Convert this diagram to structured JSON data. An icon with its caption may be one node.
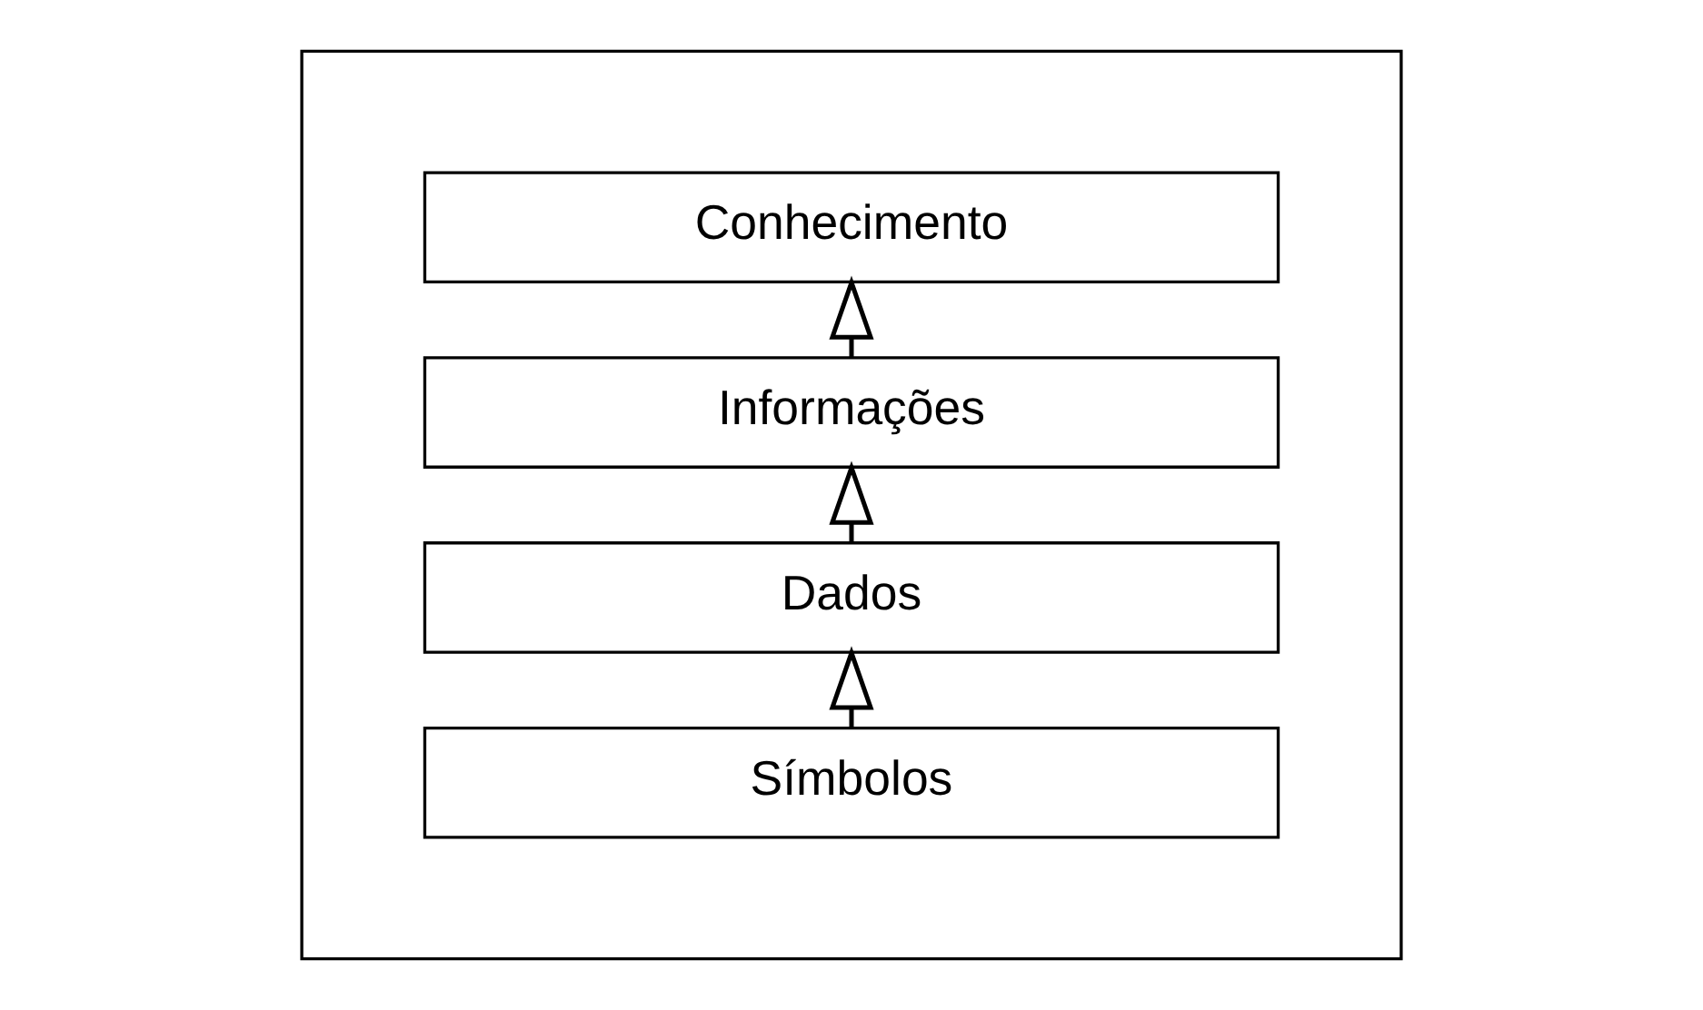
{
  "diagram": {
    "nodes": [
      {
        "text": [],
        "shape": "box"
      },
      {
        "text": [
          "Conhecimento"
        ],
        "in": 0
      },
      {
        "text": [
          "Informações"
        ],
        "in": 0
      },
      {
        "text": [
          "Dados"
        ],
        "in": 0
      },
      {
        "text": [
          "Símbolos"
        ],
        "in": 0
      }
    ],
    "edges": [
      {
        "from": 4,
        "to": 3,
        "arrow": "to"
      },
      {
        "from": 3,
        "to": 2,
        "arrow": "to"
      },
      {
        "from": 2,
        "to": 1,
        "arrow": "to"
      }
    ]
  }
}
